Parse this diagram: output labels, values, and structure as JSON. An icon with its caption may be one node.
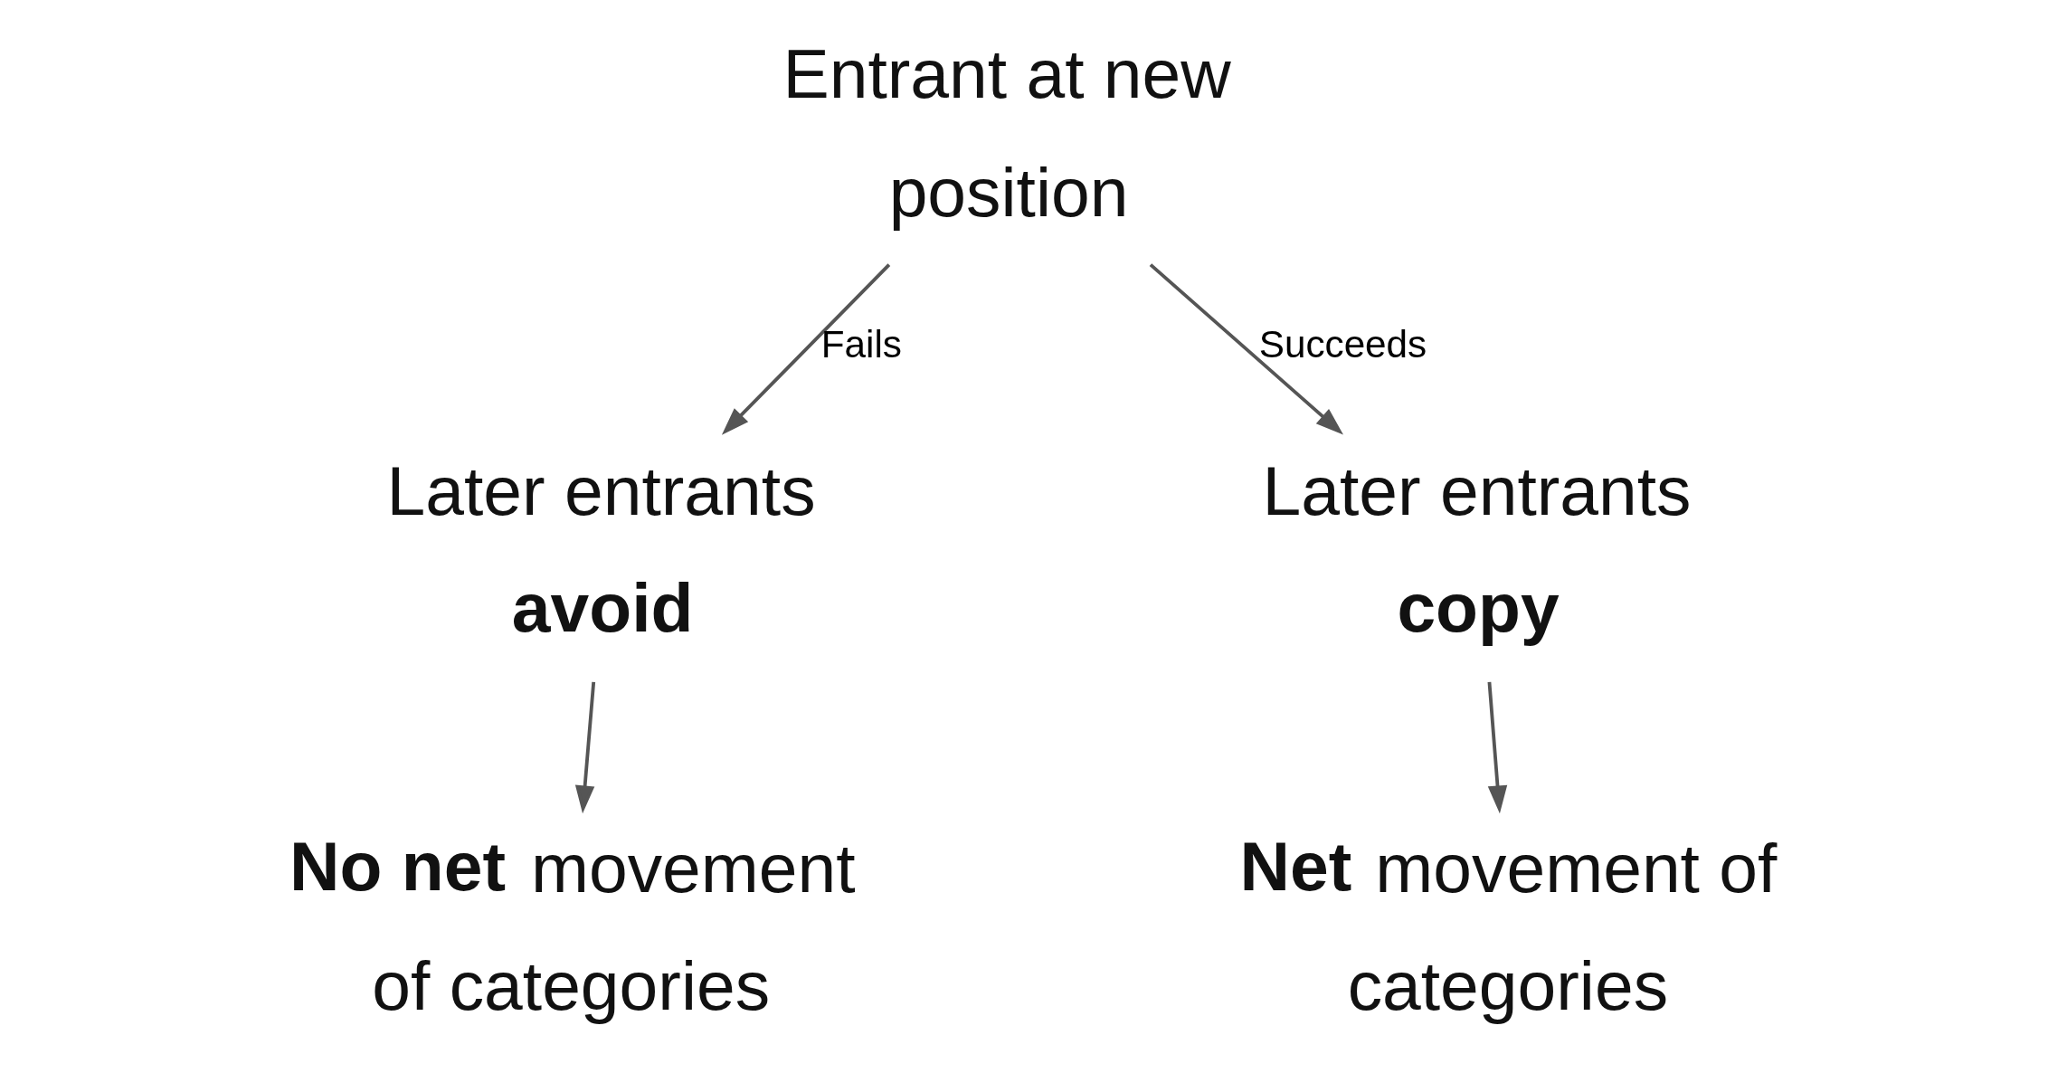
{
  "diagram": {
    "nodes": [
      {
        "text": [
          "Entrant at new position"
        ]
      },
      {
        "text": [
          "Later entrants **avoid**"
        ]
      },
      {
        "text": [
          "Later entrants **copy**"
        ]
      },
      {
        "text": [
          "**No net** movement of categories"
        ]
      },
      {
        "text": [
          "**Net** movement of categories"
        ]
      }
    ],
    "edges": [
      {
        "from": 0,
        "to": 1,
        "arrow": "to",
        "label": "Fails"
      },
      {
        "from": 0,
        "to": 2,
        "arrow": "to",
        "label": "Succeeds"
      },
      {
        "from": 1,
        "to": 3,
        "arrow": "to"
      },
      {
        "from": 2,
        "to": 4,
        "arrow": "to"
      }
    ]
  }
}
